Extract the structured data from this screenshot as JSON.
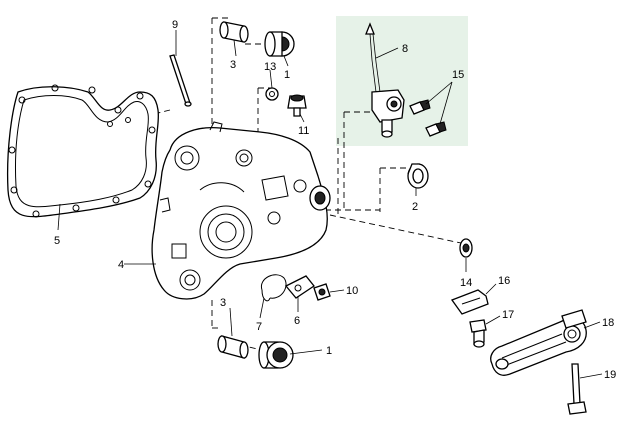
{
  "labels": {
    "p1_top": "1",
    "p1_bottom": "1",
    "p2": "2",
    "p3_top": "3",
    "p3_bottom": "3",
    "p4": "4",
    "p5": "5",
    "p6": "6",
    "p7": "7",
    "p8": "8",
    "p9": "9",
    "p10": "10",
    "p11": "11",
    "p13": "13",
    "p14": "14",
    "p15": "15",
    "p16": "16",
    "p17": "17",
    "p18": "18",
    "p19": "19"
  },
  "colors": {
    "line": "#000000",
    "sensor_highlight": "#e6f2e8",
    "background": "#ffffff"
  }
}
